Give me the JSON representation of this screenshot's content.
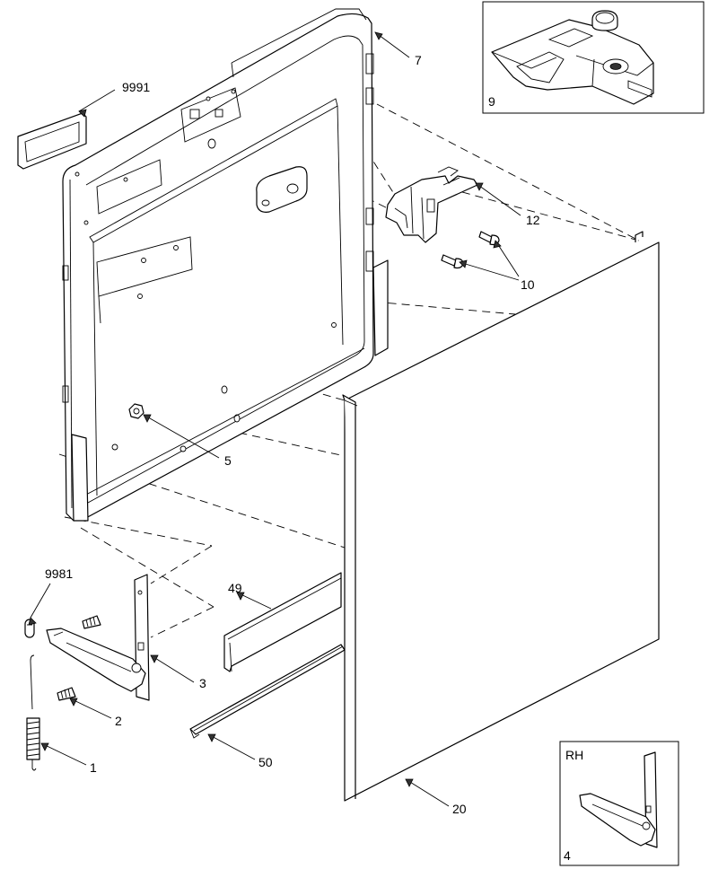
{
  "callouts": {
    "c1": "1",
    "c2": "2",
    "c3": "3",
    "c4": "4",
    "c5": "5",
    "c7": "7",
    "c9": "9",
    "c10": "10",
    "c12": "12",
    "c20": "20",
    "c49": "49",
    "c50": "50",
    "c9981": "9981",
    "c9991": "9991"
  },
  "insets": {
    "rh_label": "RH"
  },
  "colors": {
    "line": "#000000",
    "background": "#ffffff"
  }
}
